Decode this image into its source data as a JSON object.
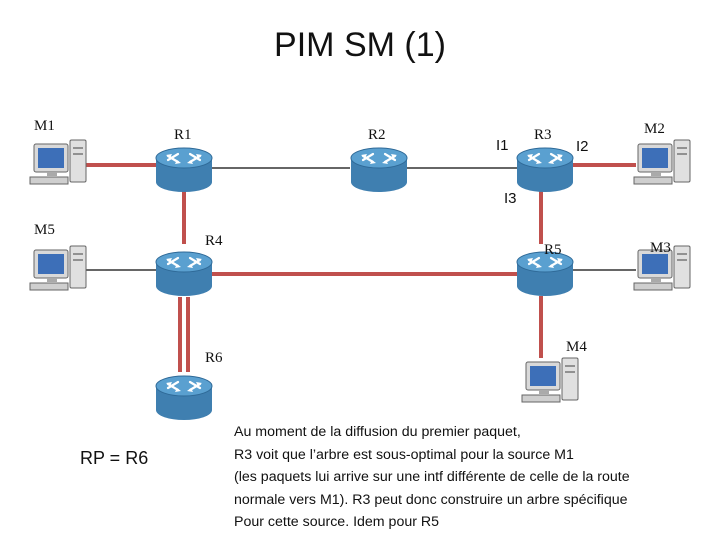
{
  "title": "PIM SM (1)",
  "colors": {
    "tree_link": "#c0504d",
    "plain_link": "#333333",
    "router_body": "#3f7fb0",
    "router_top": "#5aa0d0"
  },
  "routers": {
    "r1": {
      "label": "R1",
      "icon": "router-icon"
    },
    "r2": {
      "label": "R2",
      "icon": "router-icon"
    },
    "r3": {
      "label": "R3",
      "icon": "router-icon"
    },
    "r4": {
      "label": "R4",
      "icon": "router-icon"
    },
    "r5": {
      "label": "R5",
      "icon": "router-icon"
    },
    "r6": {
      "label": "R6",
      "icon": "router-icon"
    }
  },
  "hosts": {
    "m1": {
      "label": "M1",
      "icon": "workstation-icon"
    },
    "m2": {
      "label": "M2",
      "icon": "workstation-icon"
    },
    "m3": {
      "label": "M3",
      "icon": "workstation-icon"
    },
    "m4": {
      "label": "M4",
      "icon": "workstation-icon"
    },
    "m5": {
      "label": "M5",
      "icon": "workstation-icon"
    }
  },
  "interfaces": {
    "i1": "I1",
    "i2": "I2",
    "i3": "I3"
  },
  "rp": "RP = R6",
  "note": [
    "Au moment de la diffusion du premier paquet,",
    "R3 voit que l’arbre est sous-optimal pour la source M1",
    "(les paquets lui arrive sur une intf différente de celle de la route",
    "normale vers M1). R3 peut donc construire un arbre spécifique",
    "Pour cette source. Idem pour R5"
  ]
}
